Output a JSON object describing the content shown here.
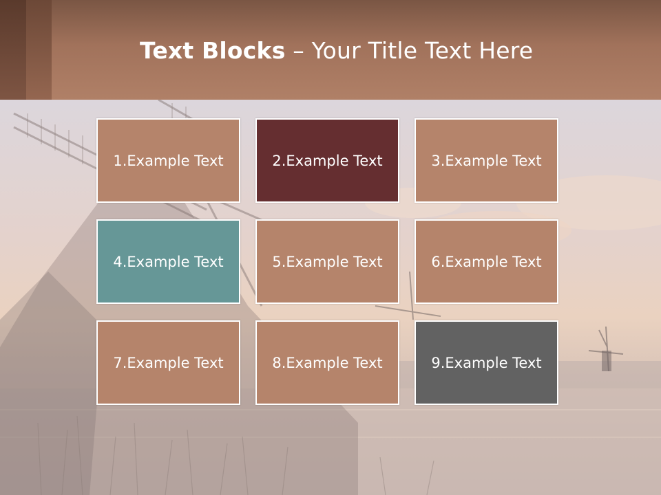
{
  "slide": {
    "title_bold": "Text Blocks",
    "title_dash": " – ",
    "title_rest": "Your Title Text Here"
  },
  "blocks": [
    {
      "label": "1.Example Text",
      "color": "#b5846b"
    },
    {
      "label": "2.Example Text",
      "color": "#652e30"
    },
    {
      "label": "3.Example Text",
      "color": "#b5846b"
    },
    {
      "label": "4.Example Text",
      "color": "#669797"
    },
    {
      "label": "5.Example Text",
      "color": "#b5846b"
    },
    {
      "label": "6.Example Text",
      "color": "#b5846b"
    },
    {
      "label": "7.Example Text",
      "color": "#b5846b"
    },
    {
      "label": "8.Example Text",
      "color": "#b5846b"
    },
    {
      "label": "9.Example Text",
      "color": "#626262"
    }
  ],
  "colors": {
    "header": "#a1725b",
    "accent_brown": "#b5846b",
    "accent_maroon": "#652e30",
    "accent_teal": "#669797",
    "accent_gray": "#626262"
  }
}
